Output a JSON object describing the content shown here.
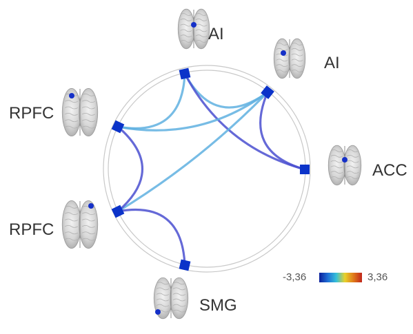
{
  "nodes": [
    {
      "id": "n1",
      "label": "AI"
    },
    {
      "id": "n2",
      "label": "AI"
    },
    {
      "id": "n3",
      "label": "ACC"
    },
    {
      "id": "n4",
      "label": "SMG"
    },
    {
      "id": "n5",
      "label": "RPFC"
    },
    {
      "id": "n6",
      "label": "RPFC"
    }
  ],
  "edges": [
    {
      "from": "n1",
      "to": "n2"
    },
    {
      "from": "n1",
      "to": "n3"
    },
    {
      "from": "n1",
      "to": "n5"
    },
    {
      "from": "n2",
      "to": "n6"
    },
    {
      "from": "n2",
      "to": "n5"
    },
    {
      "from": "n2",
      "to": "n3"
    },
    {
      "from": "n5",
      "to": "n6"
    },
    {
      "from": "n6",
      "to": "n4"
    }
  ],
  "colorbar": {
    "min_label": "-3,36",
    "max_label": "3,36",
    "colors": [
      "#0a1e9a",
      "#1f6fd6",
      "#35c0d8",
      "#e8d12a",
      "#e07a1a",
      "#c0261b"
    ]
  },
  "colors": {
    "node": "#0b33c9",
    "edge_dark": "#4a4fd0",
    "edge_light": "#5fb0e0",
    "ring": "#c8c8c8",
    "brain_dot": "#1530c8"
  },
  "icons": [
    "brain-axial-icon"
  ]
}
